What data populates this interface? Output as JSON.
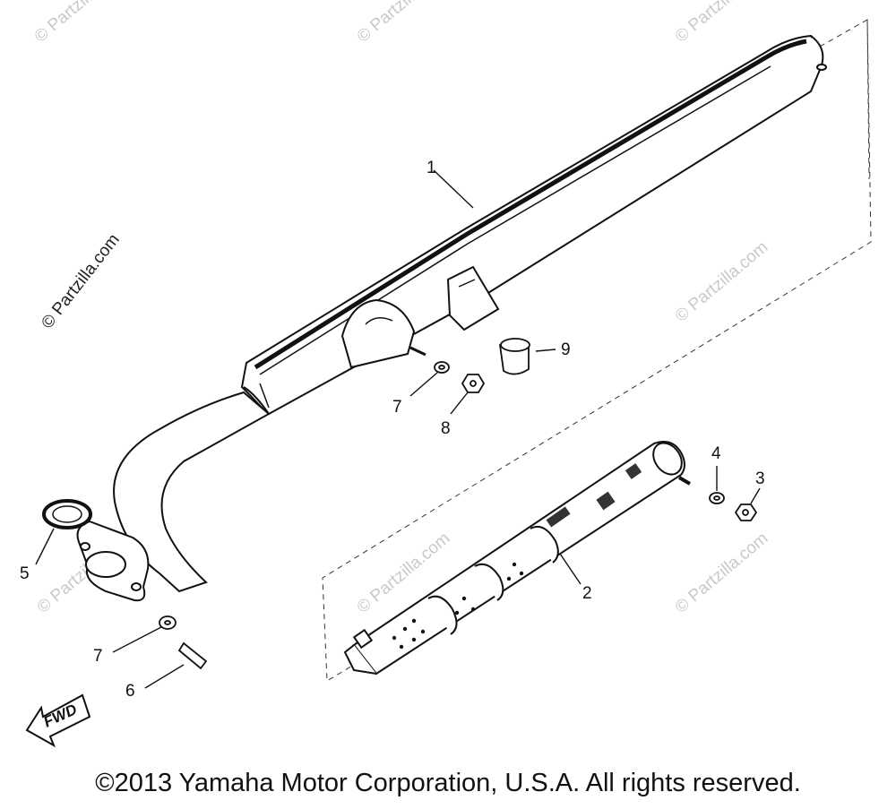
{
  "diagram": {
    "callouts": [
      {
        "id": "1",
        "label": "1"
      },
      {
        "id": "2",
        "label": "2"
      },
      {
        "id": "3",
        "label": "3"
      },
      {
        "id": "4",
        "label": "4"
      },
      {
        "id": "5",
        "label": "5"
      },
      {
        "id": "6",
        "label": "6"
      },
      {
        "id": "7a",
        "label": "7"
      },
      {
        "id": "7b",
        "label": "7"
      },
      {
        "id": "8",
        "label": "8"
      },
      {
        "id": "9",
        "label": "9"
      }
    ],
    "fwd_label": "FWD",
    "watermark": "© Partzilla.com"
  },
  "footer": {
    "copyright": "©2013 Yamaha Motor Corporation, U.S.A. All rights reserved."
  }
}
